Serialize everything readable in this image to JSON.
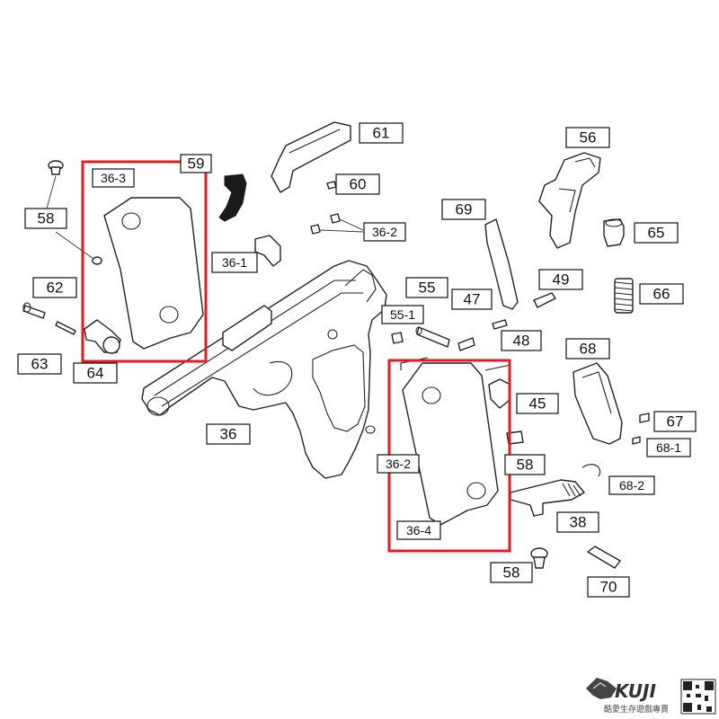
{
  "highlight_color": "#e31b23",
  "callouts": {
    "c61": "61",
    "c59": "59",
    "c60": "60",
    "c56": "56",
    "c65": "65",
    "c36_2_top": "36-2",
    "c36_1": "36-1",
    "c36_3": "36-3",
    "c58_left": "58",
    "c62": "62",
    "c63": "63",
    "c64": "64",
    "c69": "69",
    "c49": "49",
    "c66": "66",
    "c55": "55",
    "c47": "47",
    "c55_1": "55-1",
    "c48": "48",
    "c68": "68",
    "c45": "45",
    "c67": "67",
    "c68_1": "68-1",
    "c36": "36",
    "c36_2_mid": "36-2",
    "c58_mid": "58",
    "c68_2": "68-2",
    "c38": "38",
    "c36_4": "36-4",
    "c58_bottom": "58",
    "c70": "70"
  },
  "brand": {
    "logo_text": "KUJI",
    "tagline": "酷愛生存遊戲專賣",
    "logo_icon": "wolf-head-icon",
    "qr_icon": "qr-code-icon"
  }
}
